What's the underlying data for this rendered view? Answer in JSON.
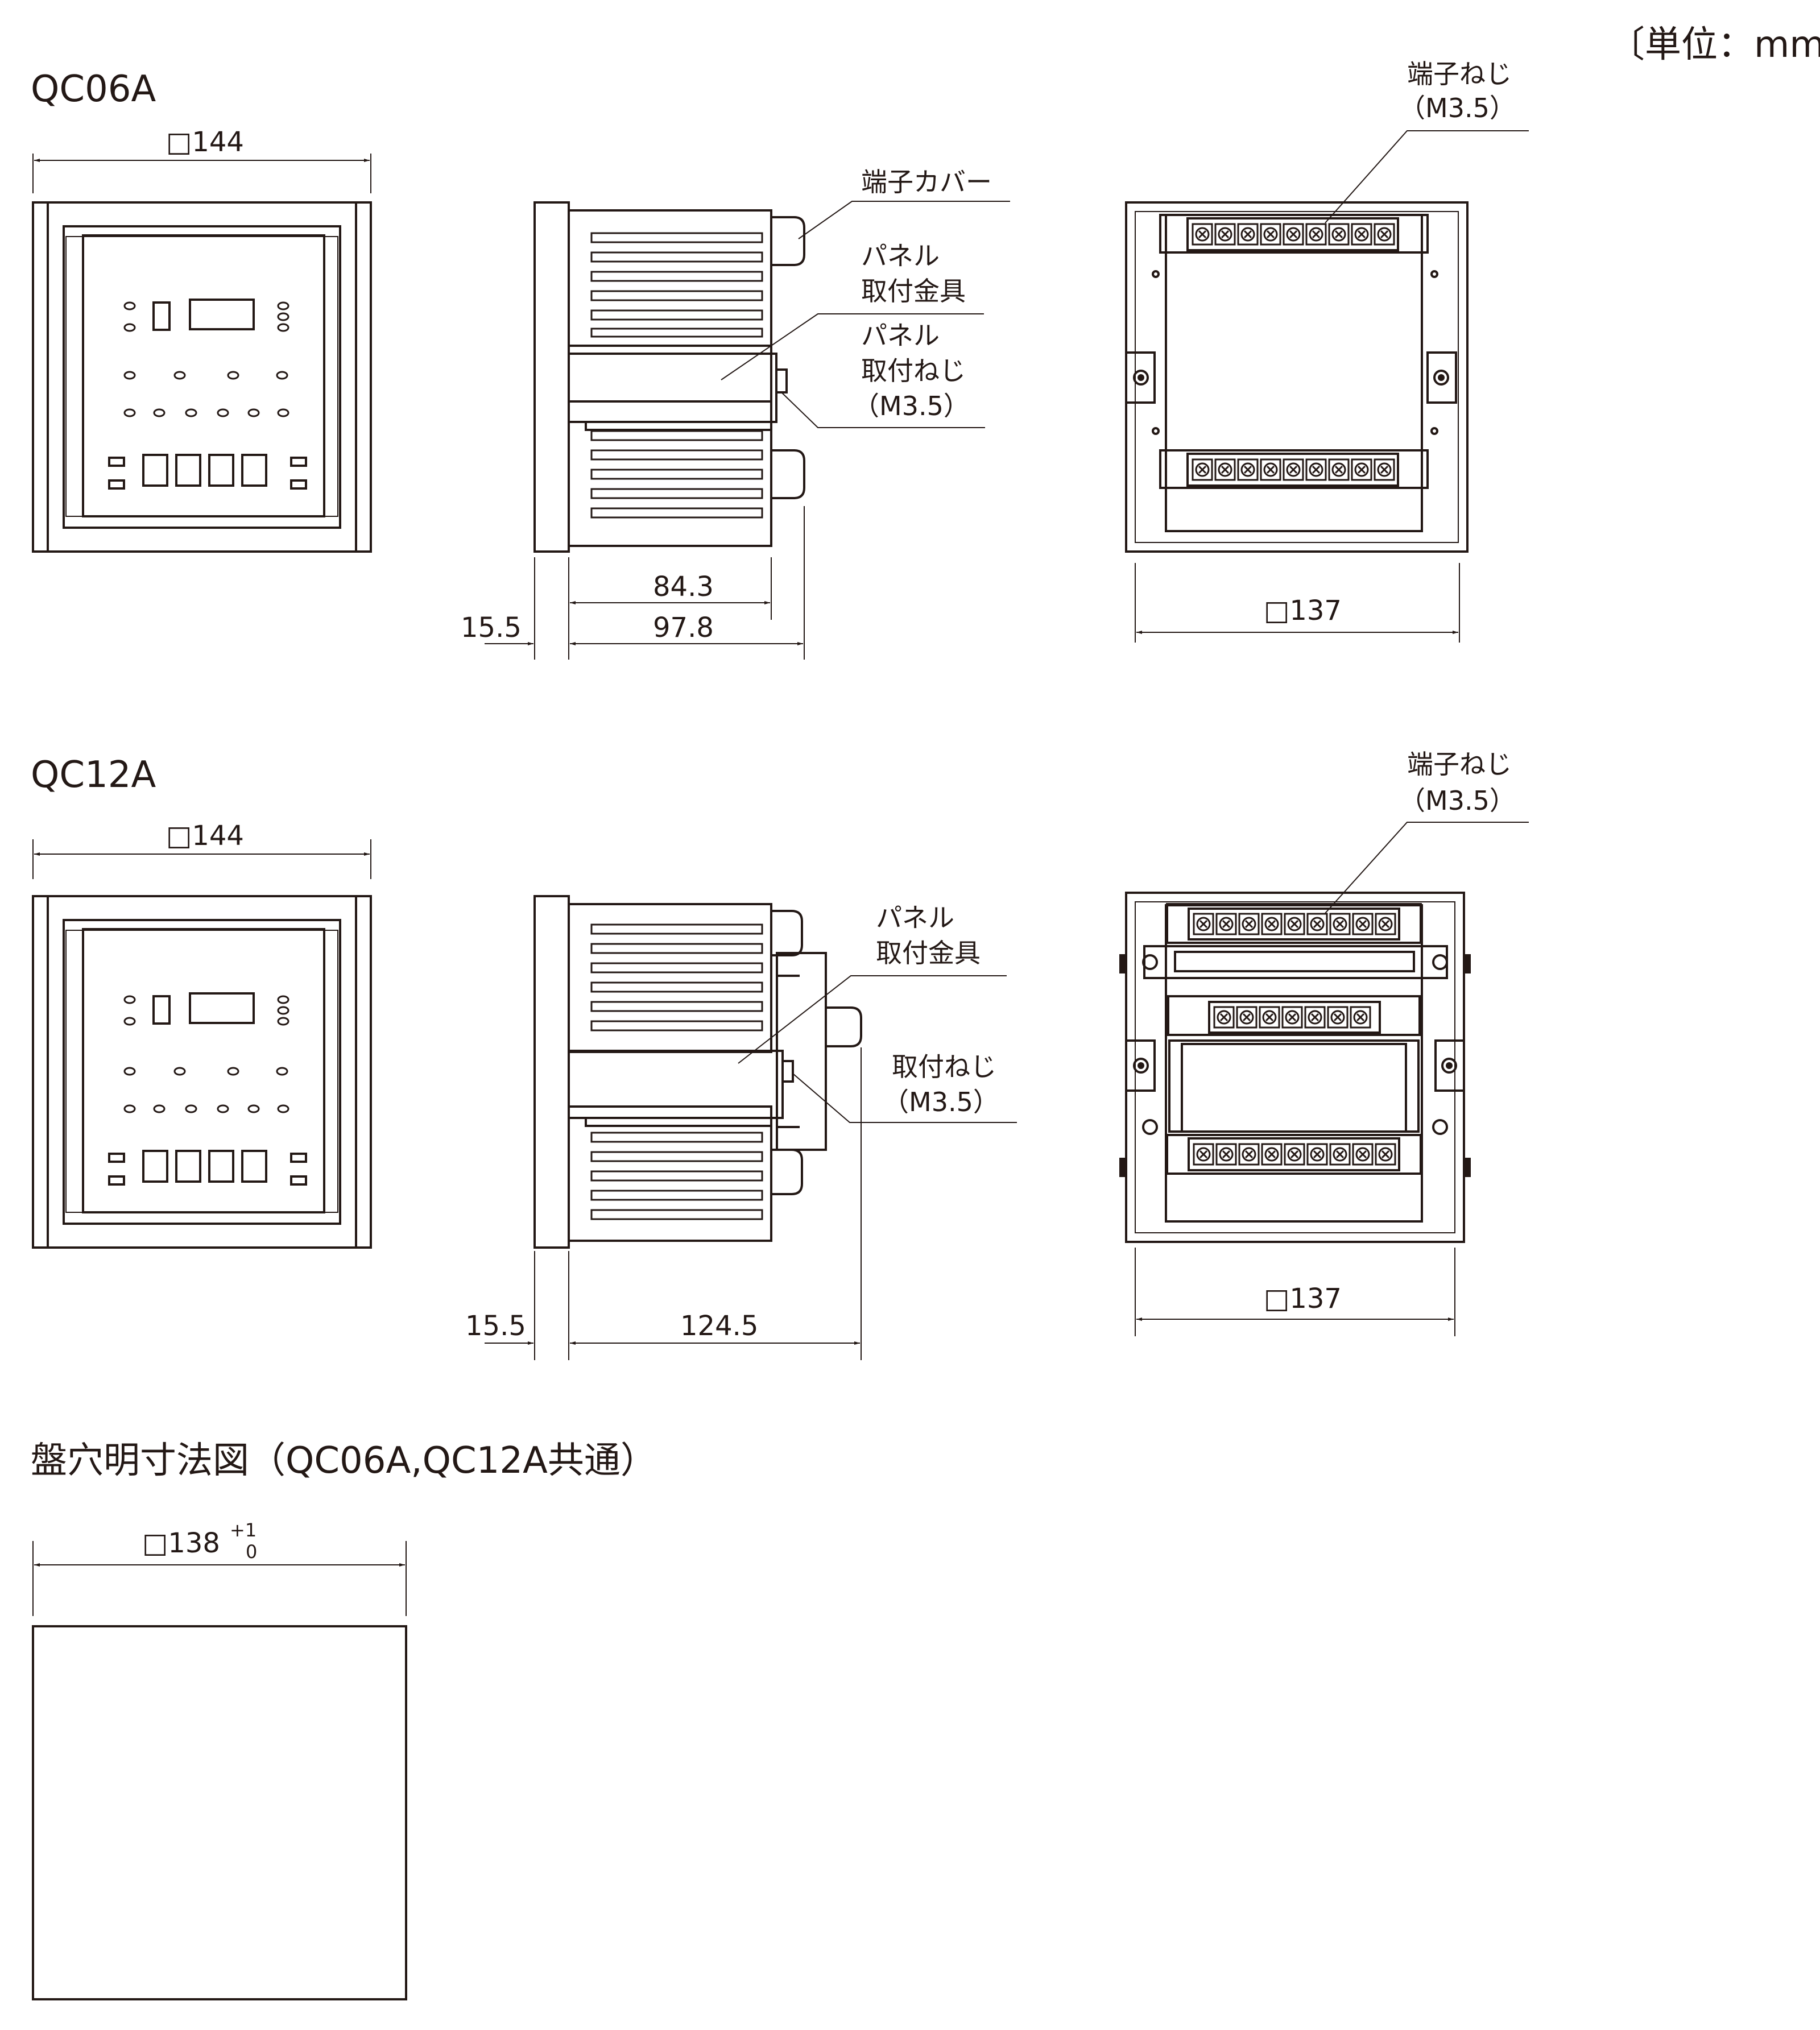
{
  "unit_label": "〔単位：mm〕",
  "qc06a": {
    "title": "QC06A",
    "front_width": "□144",
    "terminal_cover": "端子カバー",
    "panel_bracket_l1": "パネル",
    "panel_bracket_l2": "取付金具",
    "panel_screw_l1": "パネル",
    "panel_screw_l2": "取付ねじ",
    "panel_screw_l3": "（M3.5）",
    "depth_body": "84.3",
    "depth_total": "97.8",
    "bezel": "15.5",
    "terminal_screw_l1": "端子ねじ",
    "terminal_screw_l2": "（M3.5）",
    "rear_width": "□137"
  },
  "qc12a": {
    "title": "QC12A",
    "front_width": "□144",
    "panel_bracket_l1": "パネル",
    "panel_bracket_l2": "取付金具",
    "mount_screw_l1": "取付ねじ",
    "mount_screw_l2": "（M3.5）",
    "bezel": "15.5",
    "depth_total": "124.5",
    "terminal_screw_l1": "端子ねじ",
    "terminal_screw_l2": "（M3.5）",
    "rear_width": "□137"
  },
  "cutout": {
    "title": "盤穴明寸法図（QC06A,QC12A共通）",
    "size": "□138",
    "tol_upper": "+1",
    "tol_lower": "0"
  },
  "colors": {
    "line": "#231815",
    "background": "#ffffff"
  }
}
